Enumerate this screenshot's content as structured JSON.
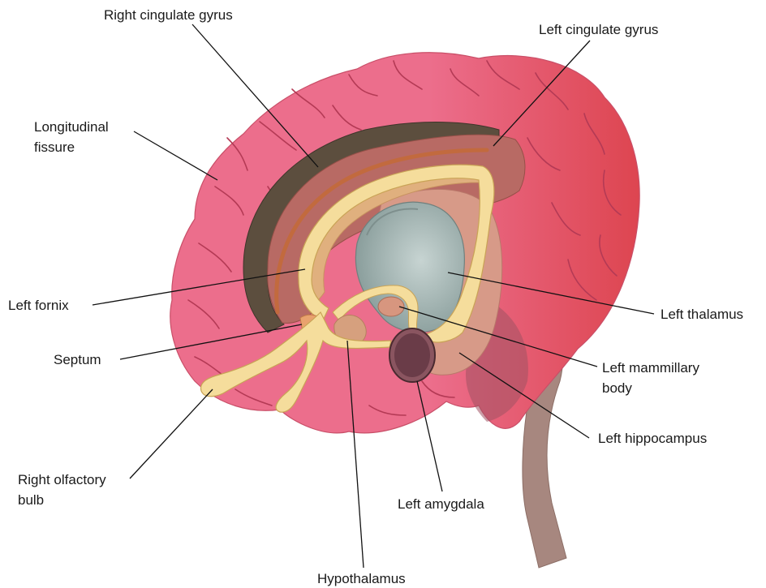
{
  "labels": {
    "right_cingulate_gyrus": "Right cingulate gyrus",
    "left_cingulate_gyrus": "Left cingulate gyrus",
    "longitudinal_fissure": [
      "Longitudinal",
      "fissure"
    ],
    "left_fornix": "Left fornix",
    "septum": "Septum",
    "right_olfactory_bulb": [
      "Right olfactory",
      "bulb"
    ],
    "hypothalamus": "Hypothalamus",
    "left_amygdala": "Left amygdala",
    "left_thalamus": "Left thalamus",
    "left_mammillary_body": [
      "Left mammillary",
      "body"
    ],
    "left_hippocampus": "Left hippocampus"
  },
  "colors": {
    "cortex_left": "#ec6e8c",
    "cortex_right": "#dd4550",
    "fissure_band": "#5c4e3e",
    "cingulate": "#b86a64",
    "fornix": "#f5dd9c",
    "thalamus": "#9aacaa",
    "hippocampus": "#d79a88",
    "amygdala": "#6a3c48",
    "brainstem": "#a7877f"
  }
}
